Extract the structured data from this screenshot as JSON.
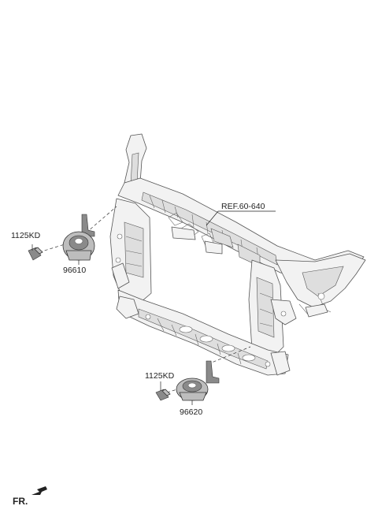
{
  "labels": {
    "ref": "REF.60-640",
    "bolt_left": "1125KD",
    "horn_left": "96610",
    "bolt_right": "1125KD",
    "horn_right": "96620",
    "front_indicator": "FR."
  },
  "colors": {
    "line": "#333333",
    "frame_fill": "#f2f2f2",
    "part_fill": "#bdbdbd"
  }
}
